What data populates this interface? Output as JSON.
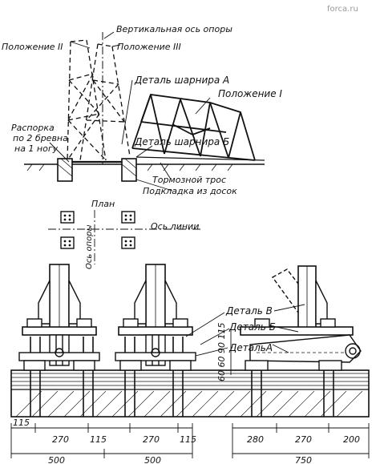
{
  "watermark": "forca.ru",
  "top": {
    "vertical_axis": "Вертикальная ось опоры",
    "position_2": "Положение II",
    "position_3": "Положение III",
    "hinge_detail_a": "Деталь шарнира А",
    "position_1": "Положение I",
    "strut": [
      "Распорка",
      "по 2 бревна",
      "на 1 ногу"
    ],
    "hinge_detail_b": "Деталь шарнира Б",
    "brake_cable": "Тормозной трос",
    "pad": "Подкладка из досок"
  },
  "plan": {
    "title": "План",
    "line_axis": "Ось линии",
    "support_axis": "Ось опоры"
  },
  "bottom": {
    "detail_v": "Деталь В",
    "detail_b": "Деталь Б",
    "detail_a": "ДетальА",
    "vertical_dims": "60 60 90 115",
    "dims_left": [
      "115",
      "270",
      "115"
    ],
    "total_left": "500",
    "dims_mid": [
      "270",
      "115"
    ],
    "total_mid": "500",
    "dims_right": [
      "280",
      "270",
      "200"
    ],
    "total_right": "750"
  }
}
